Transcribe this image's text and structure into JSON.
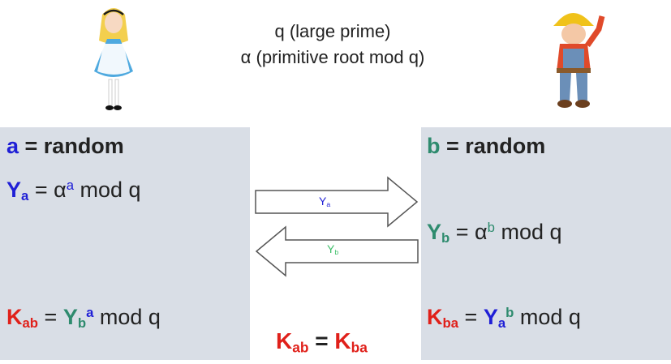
{
  "header": {
    "prime": "q (large prime)",
    "root": "α (primitive root mod q)"
  },
  "colors": {
    "alice": "#1f1fd6",
    "bob": "#2e8b6e",
    "key": "#e0201a",
    "panel": "#d9dee6"
  },
  "alice": {
    "secret_var": "a",
    "secret_text": " = random",
    "y": "Y",
    "y_sub": "a",
    "y_rest_1": " = α",
    "y_exp": "a",
    "y_rest_2": " mod q",
    "k": "K",
    "k_sub": "ab",
    "eq": " = ",
    "ky": "Y",
    "ky_sub": "b",
    "ky_sup": "a",
    "k_rest": " mod q"
  },
  "bob": {
    "secret_var": "b",
    "secret_text": " = random",
    "y": "Y",
    "y_sub": "b",
    "y_rest_1": " = α",
    "y_exp": "b",
    "y_rest_2": " mod q",
    "k": "K",
    "k_sub": "ba",
    "eq": " = ",
    "ky": "Y",
    "ky_sub": "a",
    "ky_sup": "b",
    "k_rest": " mod q"
  },
  "arrows": {
    "to_bob": {
      "label": "Y",
      "sub": "a"
    },
    "to_alice": {
      "label": "Y",
      "sub": "b"
    }
  },
  "result": {
    "k1": "K",
    "k1_sub": "ab",
    "eq": " = ",
    "k2": "K",
    "k2_sub": "ba"
  },
  "characters": {
    "left": "alice-figure",
    "right": "builder-figure"
  }
}
